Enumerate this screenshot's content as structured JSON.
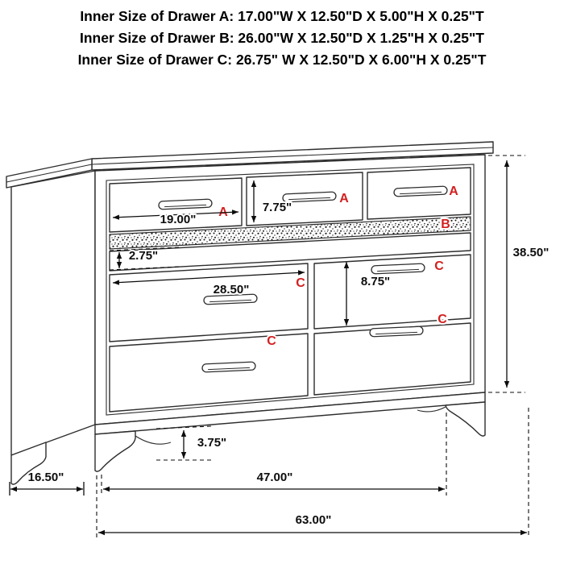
{
  "title": {
    "line_a": "Inner Size of Drawer A: 17.00\"W X 12.50\"D X 5.00\"H X 0.25\"T",
    "line_b": "Inner Size of Drawer B: 26.00\"W X 12.50\"D X 1.25\"H X 0.25\"T",
    "line_c": "Inner Size of Drawer C: 26.75\" W X 12.50\"D X 6.00\"H X 0.25\"T"
  },
  "diagram": {
    "drawer_letters": {
      "top_left": "A",
      "top_middle": "A",
      "top_right": "A",
      "jewelry": "B",
      "middle_left": "C",
      "middle_right": "C",
      "bottom_left": "C",
      "bottom_right": "C"
    },
    "dimensions": {
      "drawer_a_width": "19.00\"",
      "drawer_a_height": "7.75\"",
      "drawer_b_height": "2.75\"",
      "drawer_c_width": "28.50\"",
      "drawer_c_height": "8.75\"",
      "overall_height": "38.50\"",
      "foot_height": "3.75\"",
      "depth": "16.50\"",
      "feet_span": "47.00\"",
      "overall_width": "63.00\""
    },
    "colors": {
      "line": "#2d2d2d",
      "label_red": "#d31f1f",
      "dimension_text": "#0d0d0d",
      "background": "#ffffff"
    }
  }
}
